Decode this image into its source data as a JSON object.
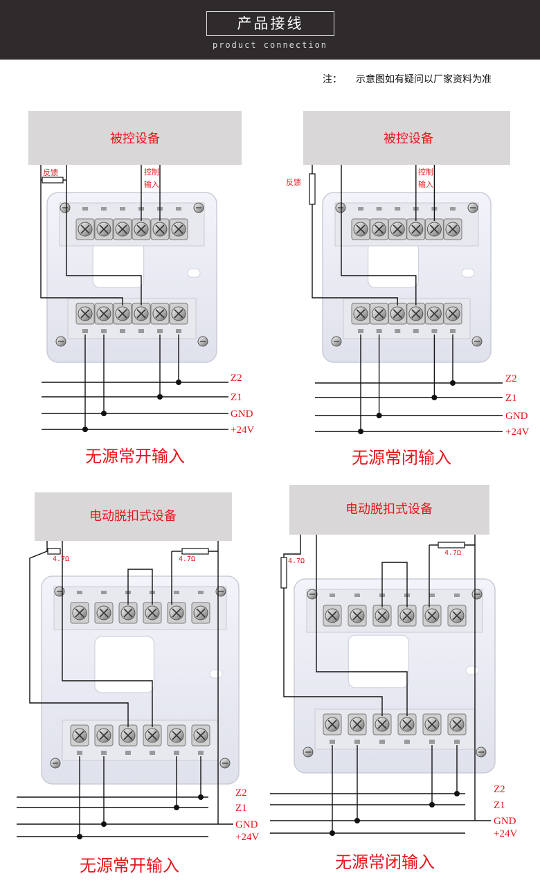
{
  "header": {
    "title": "产品接线",
    "subtitle": "product connection"
  },
  "note": {
    "label": "注：",
    "text": "示意图如有疑问以厂家资料为准"
  },
  "diagrams": [
    {
      "device": "被控设备",
      "feedback_label": "反馈",
      "control_label_1": "控制",
      "control_label_2": "输入",
      "bus": [
        "Z2",
        "Z1",
        "GND",
        "+24V"
      ],
      "caption": "无源常开输入"
    },
    {
      "device": "被控设备",
      "feedback_label": "反馈",
      "control_label_1": "控制",
      "control_label_2": "输入",
      "bus": [
        "Z2",
        "Z1",
        "GND",
        "+24V"
      ],
      "caption": "无源常闭输入"
    },
    {
      "device": "电动脱扣式设备",
      "res_left": "4.7Ω",
      "res_right": "4.7Ω",
      "bus": [
        "Z2",
        "Z1",
        "GND",
        "+24V"
      ],
      "caption": "无源常开输入"
    },
    {
      "device": "电动脱扣式设备",
      "res_left": "4.7Ω",
      "res_right": "4.7Ω",
      "bus": [
        "Z2",
        "Z1",
        "GND",
        "+24V"
      ],
      "caption": "无源常闭输入"
    }
  ],
  "colors": {
    "header_bg": "#2f2a2b",
    "accent": "#e8141a",
    "device_box": "#d9d7d7"
  }
}
